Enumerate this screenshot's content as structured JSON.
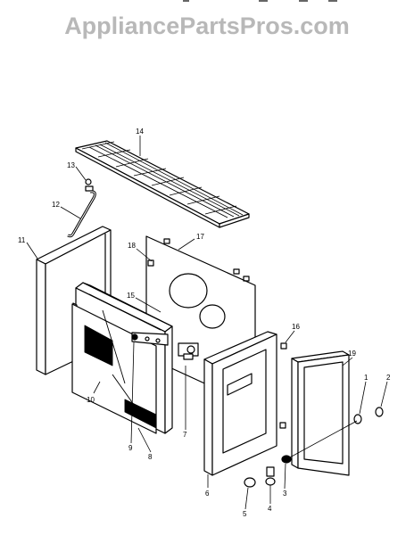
{
  "watermark": "AppliancePartsPros.com",
  "callouts": [
    {
      "id": "c14",
      "label": "14"
    },
    {
      "id": "c13",
      "label": "13"
    },
    {
      "id": "c12",
      "label": "12"
    },
    {
      "id": "c11",
      "label": "11"
    },
    {
      "id": "c18a",
      "label": "18"
    },
    {
      "id": "c17",
      "label": "17"
    },
    {
      "id": "c15",
      "label": "15"
    },
    {
      "id": "c16",
      "label": "16"
    },
    {
      "id": "c19",
      "label": "19"
    },
    {
      "id": "c1",
      "label": "1"
    },
    {
      "id": "c2",
      "label": "2"
    },
    {
      "id": "c10",
      "label": "10"
    },
    {
      "id": "c9",
      "label": "9"
    },
    {
      "id": "c8",
      "label": "8"
    },
    {
      "id": "c7",
      "label": "7"
    },
    {
      "id": "c6",
      "label": "6"
    },
    {
      "id": "c3",
      "label": "3"
    },
    {
      "id": "c4",
      "label": "4"
    },
    {
      "id": "c5",
      "label": "5"
    }
  ]
}
